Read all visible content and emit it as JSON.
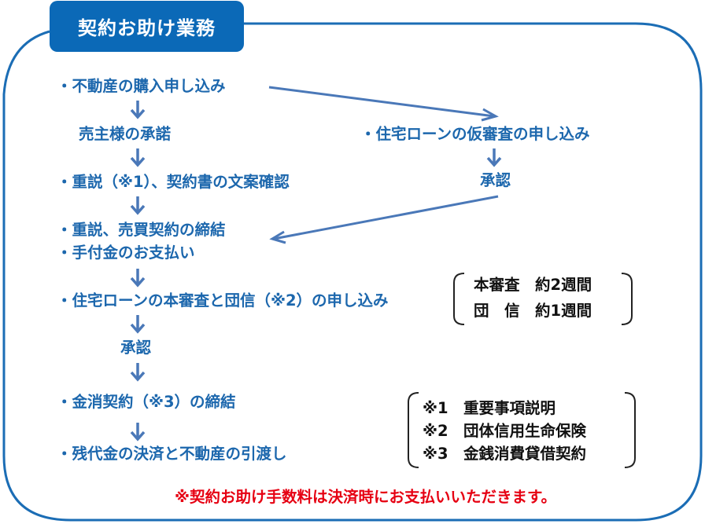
{
  "title": "契約お助け業務",
  "flow_left": [
    "・不動産の購入申し込み",
    "売主様の承諾",
    "・重説（※1）、契約書の文案確認",
    "・重説、売買契約の締結",
    "・手付金のお支払い",
    "・住宅ローンの本審査と団信（※2）の申し込み",
    "承認",
    "・金消契約（※3）の締結",
    "・残代金の決済と不動産の引渡し"
  ],
  "flow_right": [
    "・住宅ローンの仮審査の申し込み",
    "承認"
  ],
  "durations": [
    "本審査　約2週間",
    "団　信　約1週間"
  ],
  "footnotes": [
    "※1　重要事項説明",
    "※2　団体信用生命保険",
    "※3　金銭消費貸借契約"
  ],
  "fee_note": "※契約お助け手数料は決済時にお支払いいただきます。",
  "colors": {
    "frame": "#1b6db5",
    "title_bg": "#0b69b7",
    "text": "#1c67ad",
    "arrow": "#4a78b8",
    "note": "#e60012"
  }
}
